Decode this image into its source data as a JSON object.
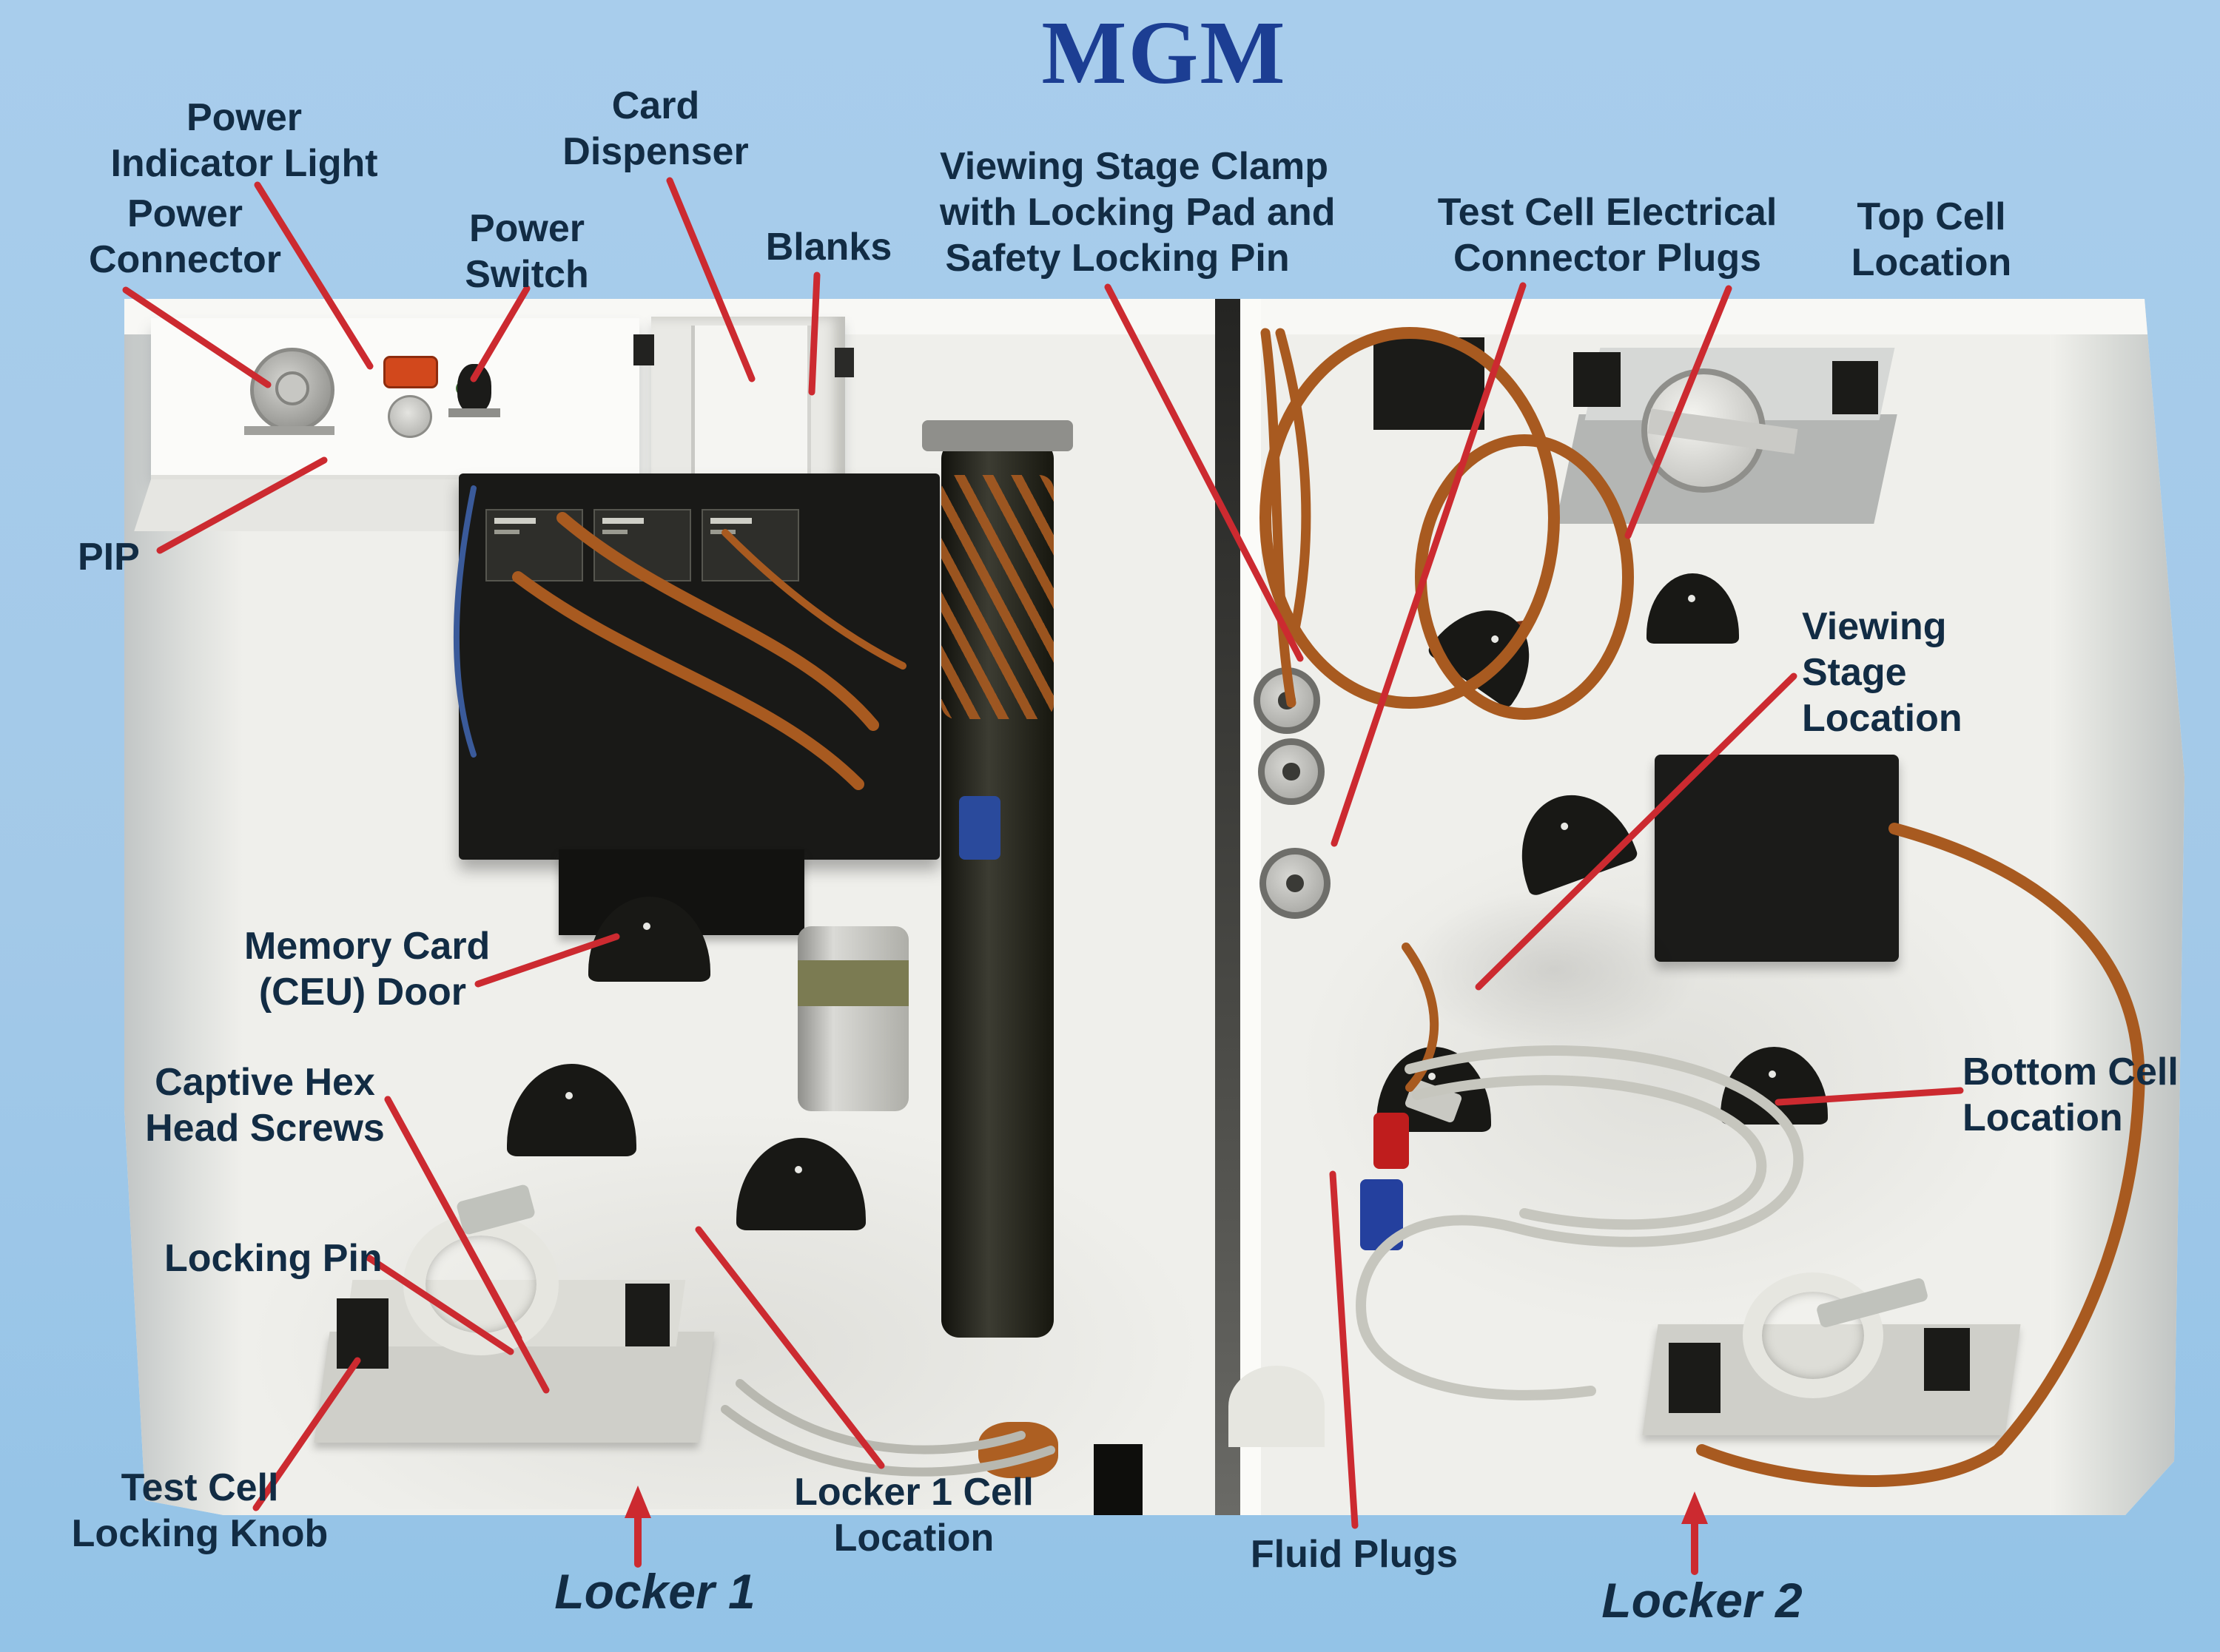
{
  "title": "MGM",
  "colors": {
    "background_blue": "#a3c9e8",
    "label_text": "#122c44",
    "title_blue": "#1c3e93",
    "leader_red": "#cc2a30",
    "copper": "#a85a20"
  },
  "annotations": {
    "power_connector": {
      "lines": [
        "Power",
        "Connector"
      ]
    },
    "power_indicator_light": {
      "lines": [
        "Power",
        "Indicator Light"
      ]
    },
    "power_switch": {
      "lines": [
        "Power",
        "Switch"
      ]
    },
    "card_dispenser": {
      "lines": [
        "Card",
        "Dispenser"
      ]
    },
    "blanks": {
      "lines": [
        "Blanks"
      ]
    },
    "viewing_stage_clamp": {
      "lines": [
        "Viewing Stage Clamp",
        "with Locking Pad and",
        "Safety Locking Pin"
      ]
    },
    "test_cell_electrical_connector_plugs": {
      "lines": [
        "Test Cell Electrical",
        "Connector Plugs"
      ]
    },
    "top_cell_location": {
      "lines": [
        "Top Cell",
        "Location"
      ]
    },
    "pip": {
      "lines": [
        "PIP"
      ]
    },
    "viewing_stage_location": {
      "lines": [
        "Viewing",
        "Stage",
        "Location"
      ]
    },
    "memory_card_ceu_door": {
      "lines": [
        "Memory Card",
        "(CEU) Door"
      ]
    },
    "captive_hex_head_screws": {
      "lines": [
        "Captive Hex",
        "Head Screws"
      ]
    },
    "locking_pin": {
      "lines": [
        "Locking Pin"
      ]
    },
    "bottom_cell_location": {
      "lines": [
        "Bottom Cell",
        "Location"
      ]
    },
    "test_cell_locking_knob": {
      "lines": [
        "Test Cell",
        "Locking Knob"
      ]
    },
    "locker_1_cell_location": {
      "lines": [
        "Locker 1 Cell",
        "Location"
      ]
    },
    "fluid_plugs": {
      "lines": [
        "Fluid Plugs"
      ]
    },
    "locker_1_caption": {
      "lines": [
        "Locker 1"
      ]
    },
    "locker_2_caption": {
      "lines": [
        "Locker 2"
      ]
    }
  }
}
